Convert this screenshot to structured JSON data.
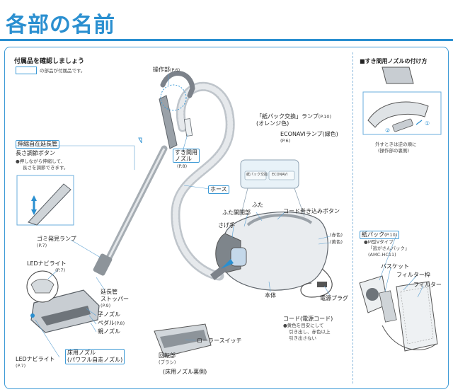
{
  "title": "各部の名前",
  "intro": {
    "heading": "付属品を確認しましょう",
    "legend_text": "の部品が付属品です。"
  },
  "labels": {
    "control_part": "操作部",
    "control_part_ref": "(P.6)",
    "crevice_nozzle_line1": "すき間用",
    "crevice_nozzle_line2": "ノズル",
    "crevice_nozzle_ref": "(P.8)",
    "extension_pipe": "伸縮自在延長管",
    "length_button": "長さ調節ボタン",
    "length_button_desc_1": "●押しながら伸縮して、",
    "length_button_desc_2": "長さを調節できます。",
    "dust_lamp": "ゴミ発見ランプ",
    "dust_lamp_ref": "(P.7)",
    "led_navi_light_top": "LEDナビライト",
    "led_navi_light_top_ref": "(P.7)",
    "extension_stopper_1": "延長管",
    "extension_stopper_2": "ストッパー",
    "extension_stopper_ref": "(P.9)",
    "child_nozzle": "子ノズル",
    "pedal": "ペダル",
    "pedal_ref": "(P.8)",
    "parent_nozzle": "親ノズル",
    "led_navi_light_bottom": "LEDナビライト",
    "led_navi_light_bottom_ref": "(P.7)",
    "floor_nozzle_1": "床用ノズル",
    "floor_nozzle_2": "(パワフル自走ノズル)",
    "hose": "ホース",
    "paper_pack_lamp_1": "「紙パック交換」ランプ",
    "paper_pack_lamp_ref": "(P.10)",
    "paper_pack_lamp_2": "(オレンジ色)",
    "econavi_lamp": "ECONAVIランプ(緑色)",
    "econavi_lamp_ref": "(P.6)",
    "panel_paper_pack": "紙パック交換",
    "panel_econavi": "ECONAVI",
    "lid": "ふた",
    "lid_open_button": "ふた開閉部",
    "cord_rewind_button": "コード巻き込みボタン",
    "handle": "さげ手",
    "red": "(赤色)",
    "yellow": "(黄色)",
    "main_body": "本体",
    "power_plug": "電源プラグ",
    "cord_1": "コード(電源コード)",
    "cord_2": "●黄色を目安にして",
    "cord_3": "引き出し、赤色以上",
    "cord_4": "引き出さない",
    "rotating_part": "回転部",
    "brush": "(ブラシ)",
    "roller_switch": "ローラースイッチ",
    "floor_nozzle_back": "(床用ノズル裏側)"
  },
  "right_panel": {
    "heading": "■すき間用ノズルの付け方",
    "step1": "①",
    "step2": "②",
    "caption_1": "外すときは逆の順に",
    "caption_2": "(操作部の裏側)",
    "paper_pack": "紙パック",
    "paper_pack_ref": "(P.10)",
    "paper_pack_type_1": "●M型Vタイプ",
    "paper_pack_type_2": "「逃がさんパック」",
    "paper_pack_type_3": "(AMC-HC11)",
    "basket": "バスケット",
    "filter_frame": "フィルター枠",
    "filter": "フィルター"
  },
  "colors": {
    "accent": "#2a8fd0",
    "panel": "#e8f2f8",
    "body": "#d8dde2",
    "dark": "#555a60"
  }
}
